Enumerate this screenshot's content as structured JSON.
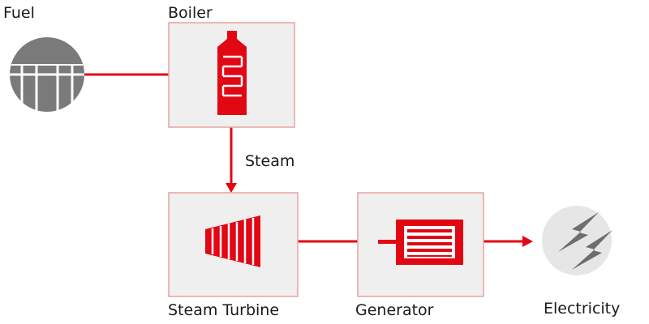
{
  "labels": {
    "fuel": "Fuel",
    "boiler": "Boiler",
    "steam": "Steam",
    "steam_turbine": "Steam Turbine",
    "generator": "Generator",
    "electricity": "Electricity"
  },
  "colors": {
    "accent": "#e30613",
    "box_fill": "#efefef",
    "box_border": "#e8a2a2",
    "fuel_gray": "#7a7a7a",
    "electricity_circle": "#e6e6e6",
    "bolt": "#6e6e6e"
  },
  "icons": {
    "fuel": "fuel-tank-icon",
    "boiler": "boiler-icon",
    "turbine": "turbine-icon",
    "generator": "generator-icon",
    "electricity": "lightning-bolt-icon"
  }
}
